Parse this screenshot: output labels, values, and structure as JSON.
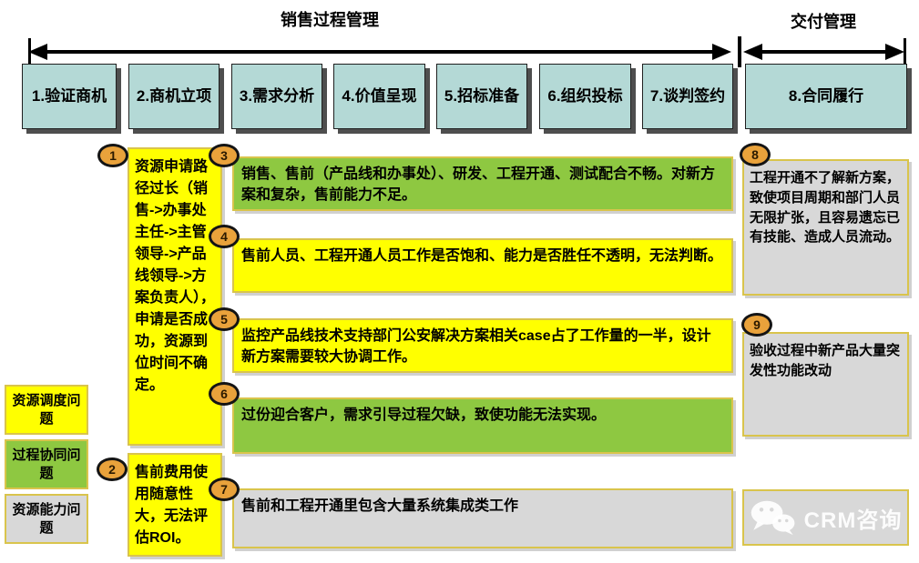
{
  "header": {
    "sales_title": "销售过程管理",
    "delivery_title": "交付管理"
  },
  "stages": [
    {
      "label": "1.验证商机"
    },
    {
      "label": "2.商机立项"
    },
    {
      "label": "3.需求分析"
    },
    {
      "label": "4.价值呈现"
    },
    {
      "label": "5.招标准备"
    },
    {
      "label": "6.组织投标"
    },
    {
      "label": "7.谈判签约"
    },
    {
      "label": "8.合同履行"
    }
  ],
  "annotations": [
    {
      "num": "1",
      "category": "资源调度问题",
      "text": "资源申请路径过长（销售->办事处主任->主管领导->产品线领导->方案负责人），申请是否成功，资源到位时间不确定。"
    },
    {
      "num": "2",
      "category": "资源调度问题",
      "text": "售前费用使用随意性大，无法评估ROI。"
    },
    {
      "num": "3",
      "category": "过程协同问题",
      "text": "销售、售前（产品线和办事处）、研发、工程开通、测试配合不畅。对新方案和复杂，售前能力不足。"
    },
    {
      "num": "4",
      "category": "资源调度问题",
      "text": "售前人员、工程开通人员工作是否饱和、能力是否胜任不透明，无法判断。"
    },
    {
      "num": "5",
      "category": "资源调度问题",
      "text": "监控产品线技术支持部门公安解决方案相关case占了工作量的一半，设计新方案需要较大协调工作。"
    },
    {
      "num": "6",
      "category": "过程协同问题",
      "text": "过份迎合客户，需求引导过程欠缺，致使功能无法实现。"
    },
    {
      "num": "7",
      "category": "资源能力问题",
      "text": "售前和工程开通里包含大量系统集成类工作"
    },
    {
      "num": "8",
      "category": "资源能力问题",
      "text": "工程开通不了解新方案，致使项目周期和部门人员无限扩张，且容易遗忘已有技能、造成人员流动。"
    },
    {
      "num": "9",
      "category": "资源能力问题",
      "text": "验收过程中新产品大量突发性功能改动"
    }
  ],
  "legend": [
    {
      "label": "资源调度问题",
      "type": "yellow"
    },
    {
      "label": "过程协同问题",
      "type": "green"
    },
    {
      "label": "资源能力问题",
      "type": "gray"
    }
  ],
  "watermark": {
    "label": "CRM咨询",
    "icon": "wechat-icon"
  },
  "colors": {
    "stage_fill": "#b4d9d6",
    "problem_yellow": "#ffff00",
    "problem_green": "#8ec841",
    "problem_gray": "#d8d8d8",
    "circle_orange": "#e9a23b",
    "box_border_gold": "#d9c44c"
  }
}
